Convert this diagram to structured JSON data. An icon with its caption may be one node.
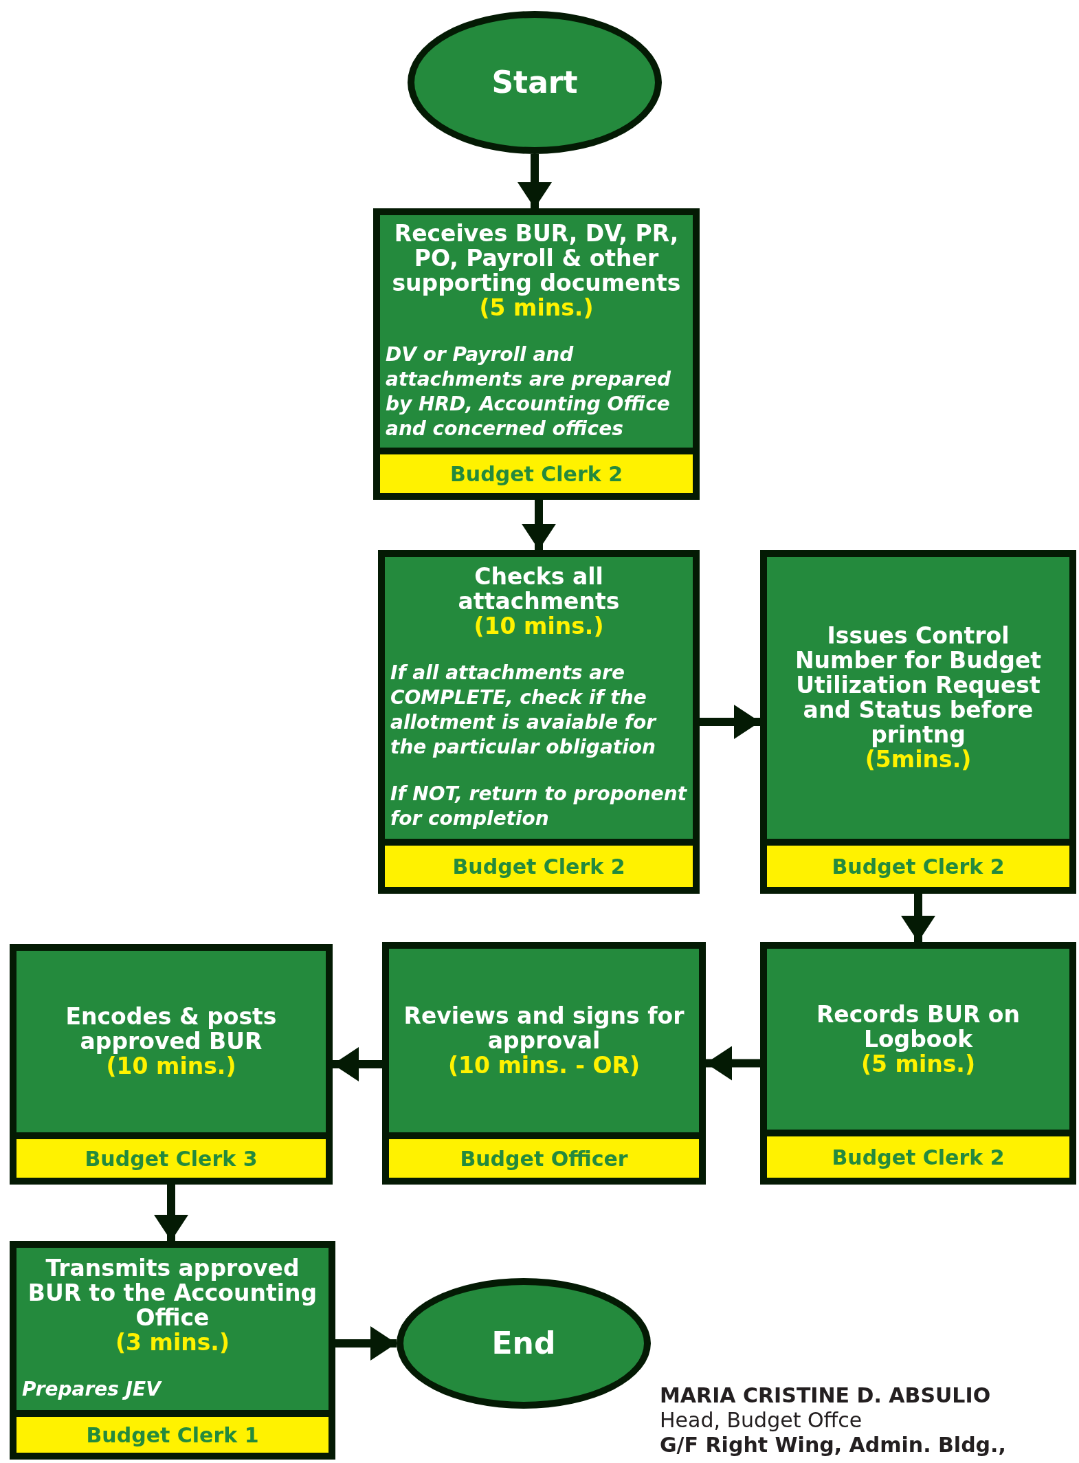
{
  "diagram": {
    "nodes": [
      {
        "text": [
          "Start"
        ]
      },
      {
        "text": [
          "Receives BUR, DV, PR, PO, Payroll & other supporting documents",
          "(5 mins.)",
          "DV or Payroll and attachments are prepared by HRD, Accounting Office and concerned offices"
        ]
      },
      {
        "text": [
          "Budget Clerk 2"
        ],
        "in": 1
      },
      {
        "text": [
          "Checks all attachments",
          "(10 mins.)",
          "If all attachments are COMPLETE, check if the allotment is avaiable for the particular obligation",
          "If NOT, return to proponent for completion"
        ]
      },
      {
        "text": [
          "Budget Clerk 2"
        ],
        "in": 3
      },
      {
        "text": [
          "Issues Control Number for Budget Utilization Request and Status before printng",
          "(5mins.)"
        ]
      },
      {
        "text": [
          "Budget Clerk 2"
        ],
        "in": 5
      },
      {
        "text": [
          "Records BUR on Logbook",
          "(5 mins.)"
        ]
      },
      {
        "text": [
          "Budget Clerk 2"
        ],
        "in": 7
      },
      {
        "text": [
          "Reviews and signs for approval",
          "(10 mins. - OR)"
        ]
      },
      {
        "text": [
          "Budget Officer"
        ],
        "in": 9
      },
      {
        "text": [
          "Encodes & posts approved BUR",
          "(10 mins.)"
        ]
      },
      {
        "text": [
          "Budget Clerk 3"
        ],
        "in": 11
      },
      {
        "text": [
          "Transmits approved BUR to the Accounting Office",
          "(3 mins.)",
          "Prepares JEV"
        ]
      },
      {
        "text": [
          "Budget Clerk 1"
        ],
        "in": 13
      },
      {
        "text": [
          "End"
        ]
      }
    ],
    "edges": [
      {
        "from": 0,
        "to": 1,
        "arrow": "to"
      },
      {
        "from": 1,
        "to": 3,
        "arrow": "to"
      },
      {
        "from": 3,
        "to": 5,
        "arrow": "to"
      },
      {
        "from": 5,
        "to": 7,
        "arrow": "to"
      },
      {
        "from": 7,
        "to": 9,
        "arrow": "to"
      },
      {
        "from": 9,
        "to": 11,
        "arrow": "to"
      },
      {
        "from": 11,
        "to": 13,
        "arrow": "to"
      },
      {
        "from": 13,
        "to": 15,
        "arrow": "to"
      }
    ],
    "labels": [
      "MARIA CRISTINE D. ABSULIO",
      "Head, Budget Offce",
      "G/F Right Wing, Admin. Bldg.,"
    ]
  }
}
